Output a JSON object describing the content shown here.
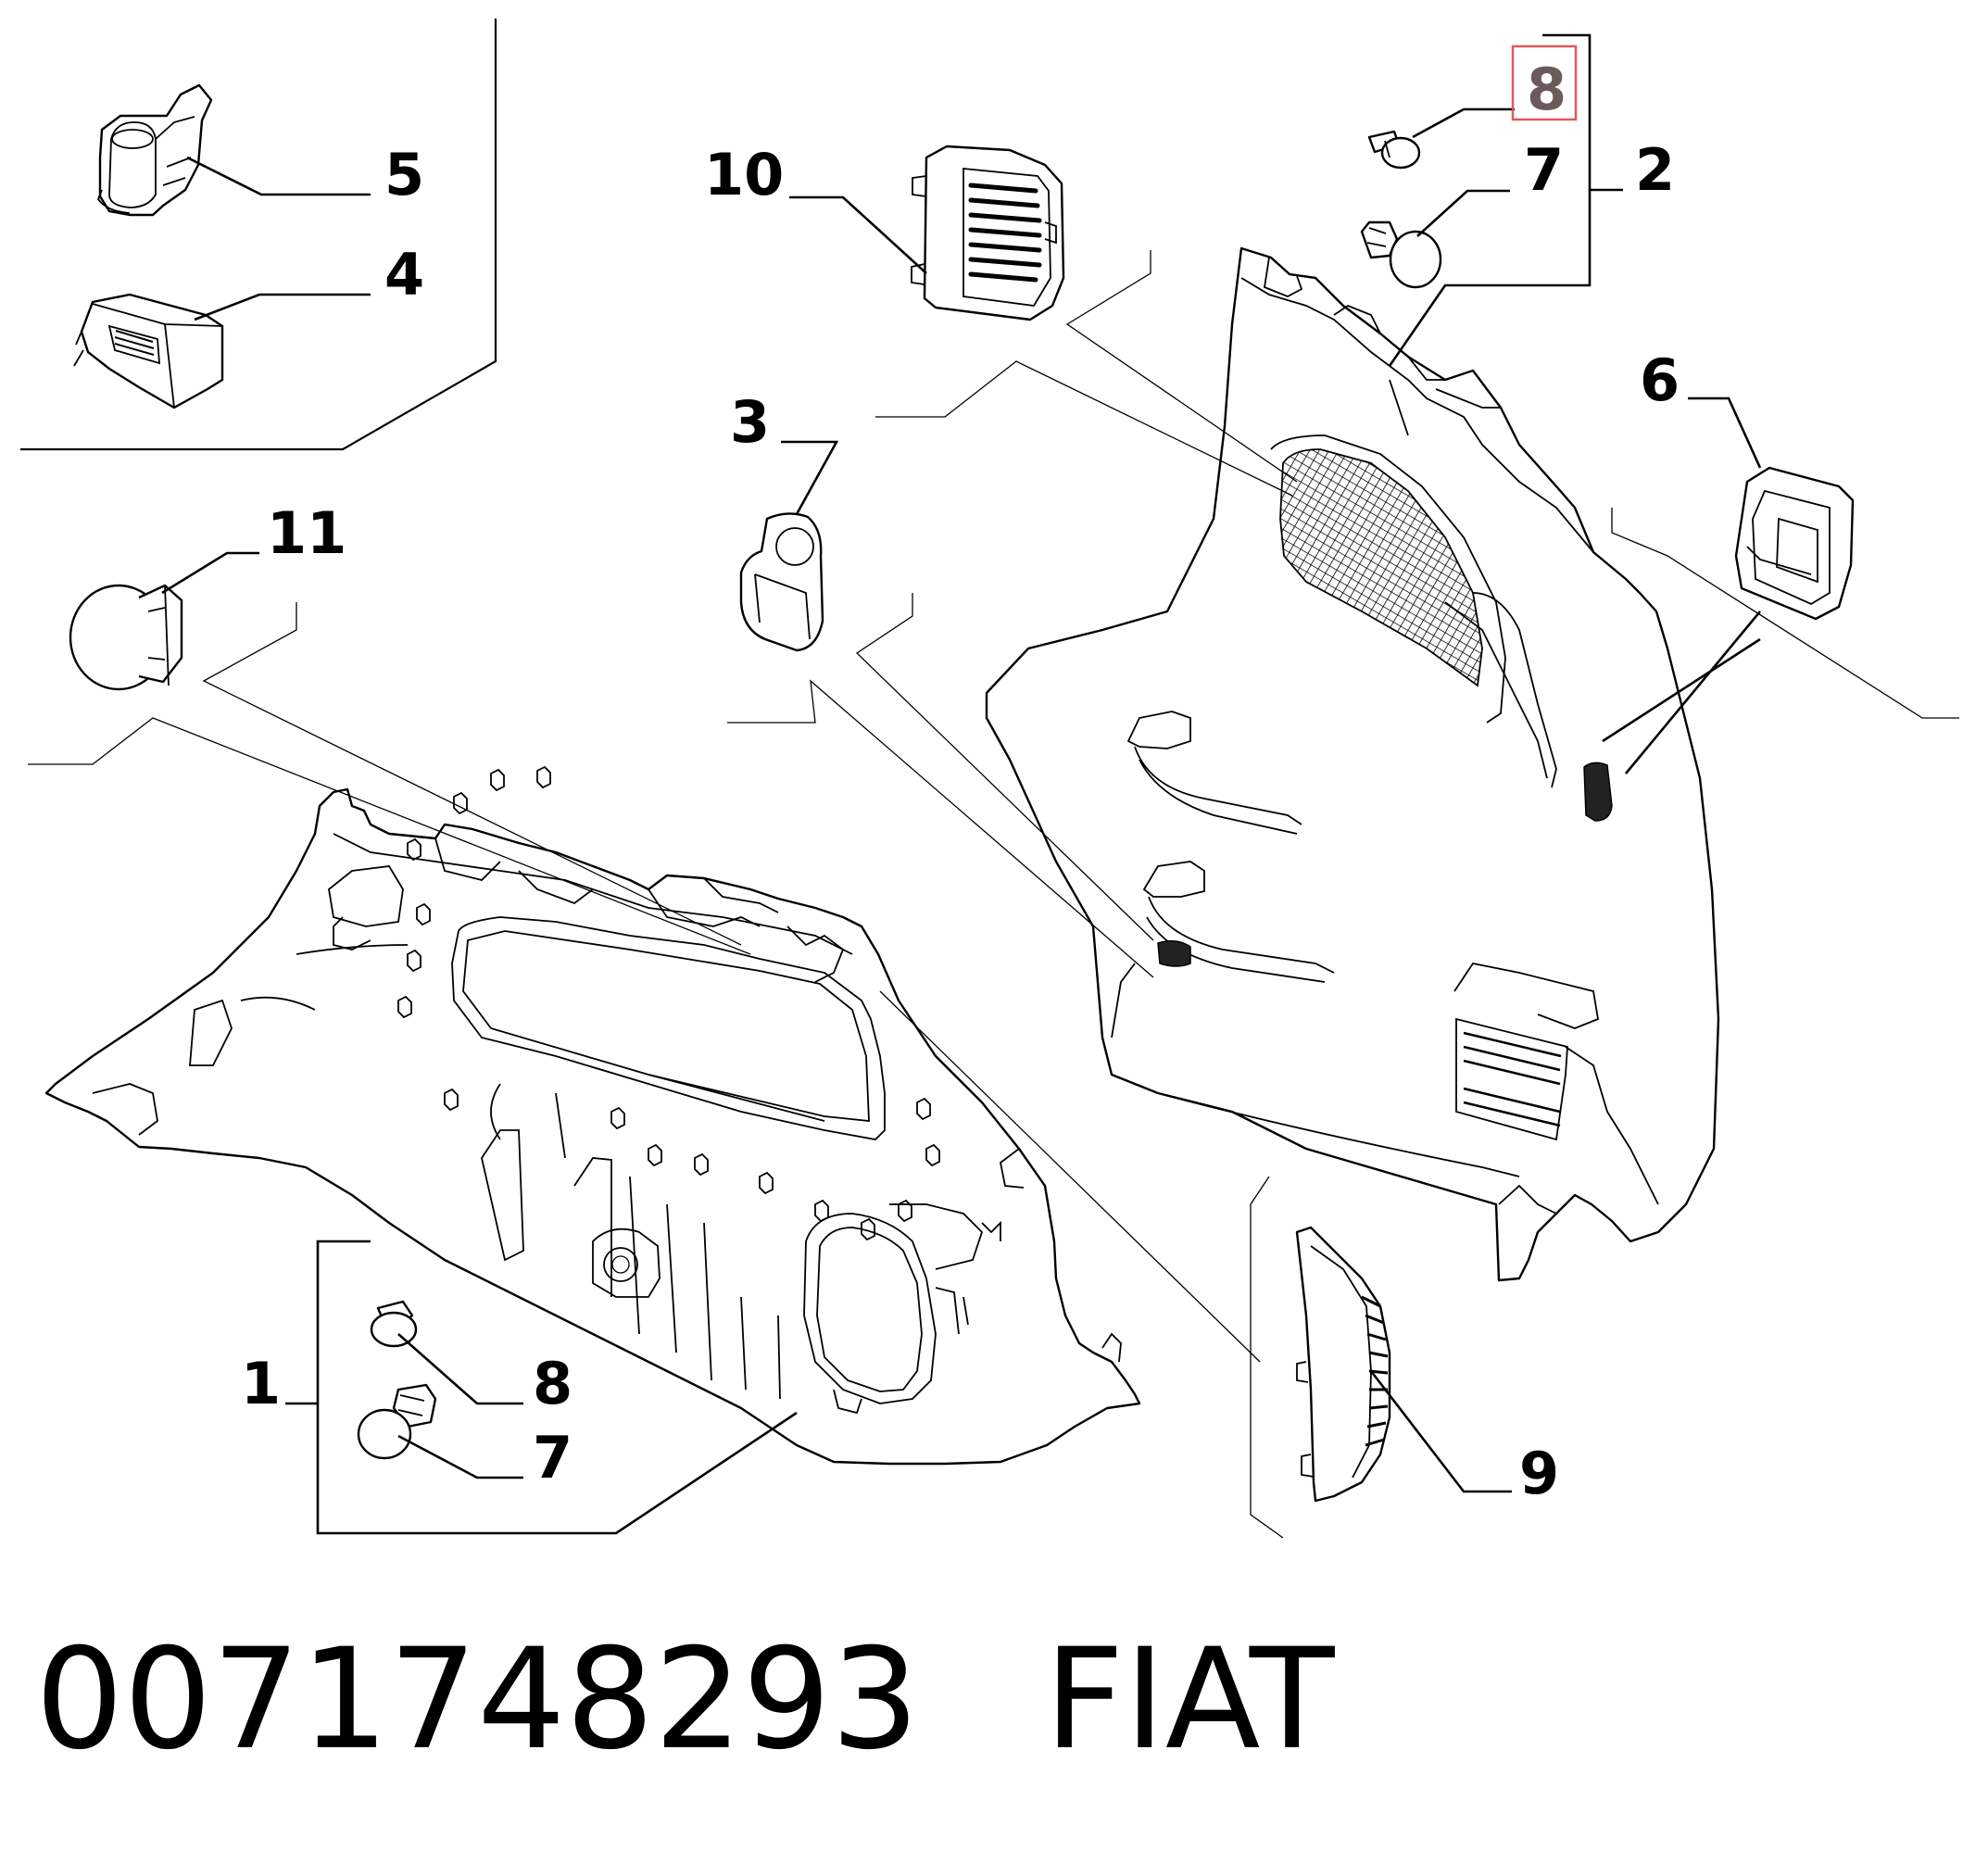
{
  "diagram": {
    "highlighted_callout": "8",
    "highlight_color": "#e05a5a",
    "callouts": [
      {
        "id": "c5",
        "label": "5"
      },
      {
        "id": "c4",
        "label": "4"
      },
      {
        "id": "c10",
        "label": "10"
      },
      {
        "id": "c8top",
        "label": "8"
      },
      {
        "id": "c7top",
        "label": "7"
      },
      {
        "id": "c2",
        "label": "2"
      },
      {
        "id": "c6",
        "label": "6"
      },
      {
        "id": "c3",
        "label": "3"
      },
      {
        "id": "c11",
        "label": "11"
      },
      {
        "id": "c1",
        "label": "1"
      },
      {
        "id": "c8bot",
        "label": "8"
      },
      {
        "id": "c7bot",
        "label": "7"
      },
      {
        "id": "c9",
        "label": "9"
      }
    ]
  },
  "footer": {
    "part_number": "0071748293",
    "brand": "FIAT"
  }
}
